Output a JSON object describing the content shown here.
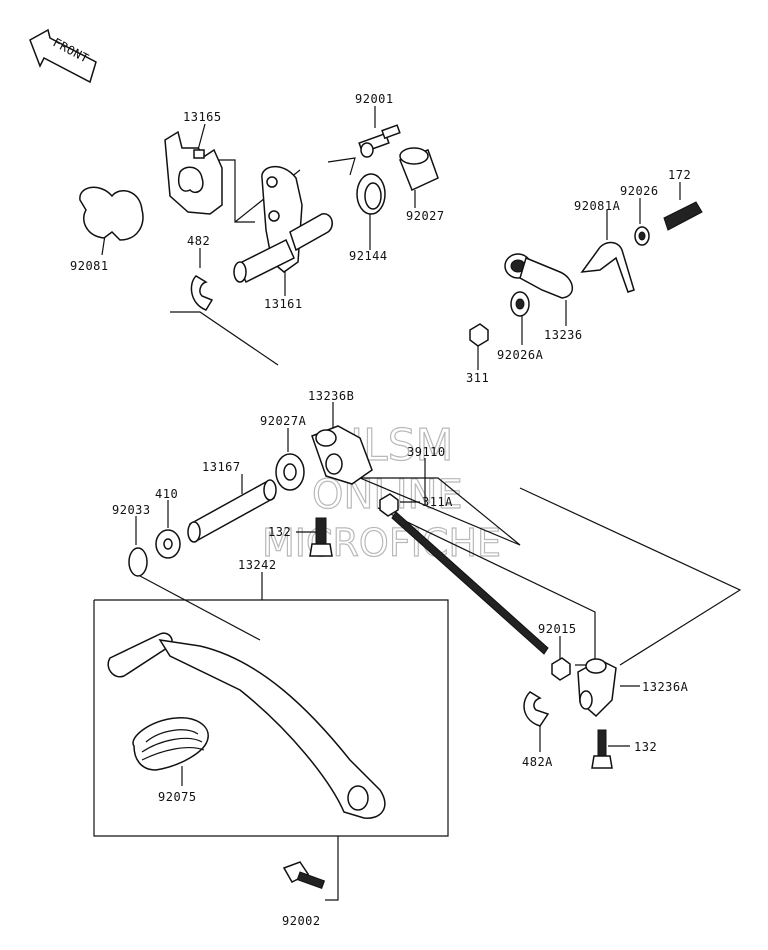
{
  "watermark": {
    "line1": "HLSM",
    "line2": "ONLINE",
    "line3": "MICROFICHE"
  },
  "front_label": "FRONT",
  "parts": {
    "p13165": "13165",
    "p92001": "92001",
    "p92081": "92081",
    "p482": "482",
    "p13161": "13161",
    "p92144": "92144",
    "p92027": "92027",
    "p172": "172",
    "p92026": "92026",
    "p92081A": "92081A",
    "p13236": "13236",
    "p92026A": "92026A",
    "p311": "311",
    "p13236B": "13236B",
    "p92027A": "92027A",
    "p39110": "39110",
    "p13167": "13167",
    "p410": "410",
    "p92033": "92033",
    "p311A": "311A",
    "p132a": "132",
    "p13242": "13242",
    "p92015": "92015",
    "p13236A": "13236A",
    "p482A": "482A",
    "p132b": "132",
    "p92075": "92075",
    "p92002": "92002"
  }
}
